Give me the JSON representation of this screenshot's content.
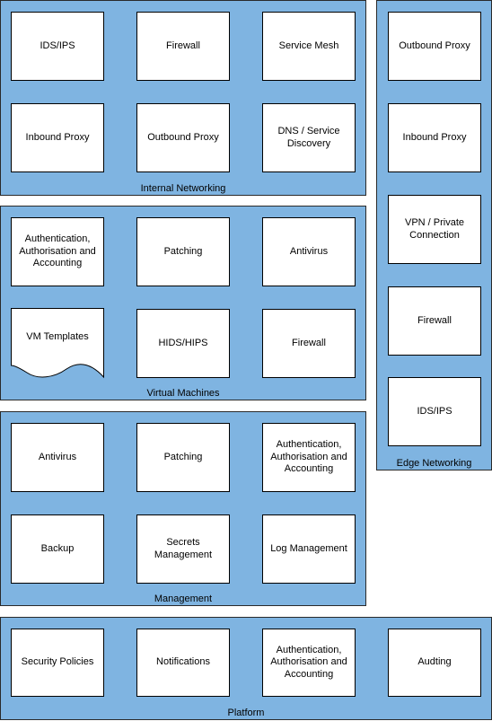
{
  "groups": {
    "internal_networking": {
      "label": "Internal Networking",
      "boxes": [
        "IDS/IPS",
        "Firewall",
        "Service Mesh",
        "Inbound Proxy",
        "Outbound Proxy",
        "DNS / Service Discovery"
      ]
    },
    "virtual_machines": {
      "label": "Virtual Machines",
      "boxes": [
        "Authentication, Authorisation and Accounting",
        "Patching",
        "Antivirus",
        "VM Templates",
        "HIDS/HIPS",
        "Firewall"
      ]
    },
    "management": {
      "label": "Management",
      "boxes": [
        "Antivirus",
        "Patching",
        "Authentication, Authorisation and Accounting",
        "Backup",
        "Secrets Management",
        "Log Management"
      ]
    },
    "platform": {
      "label": "Platform",
      "boxes": [
        "Security Policies",
        "Notifications",
        "Authentication, Authorisation and Accounting",
        "Audting"
      ]
    },
    "edge_networking": {
      "label": "Edge Networking",
      "boxes": [
        "Outbound Proxy",
        "Inbound Proxy",
        "VPN / Private Connection",
        "Firewall",
        "IDS/IPS"
      ]
    }
  },
  "colors": {
    "group_fill": "#7fb4e1",
    "box_fill": "#ffffff",
    "stroke": "#000000"
  }
}
